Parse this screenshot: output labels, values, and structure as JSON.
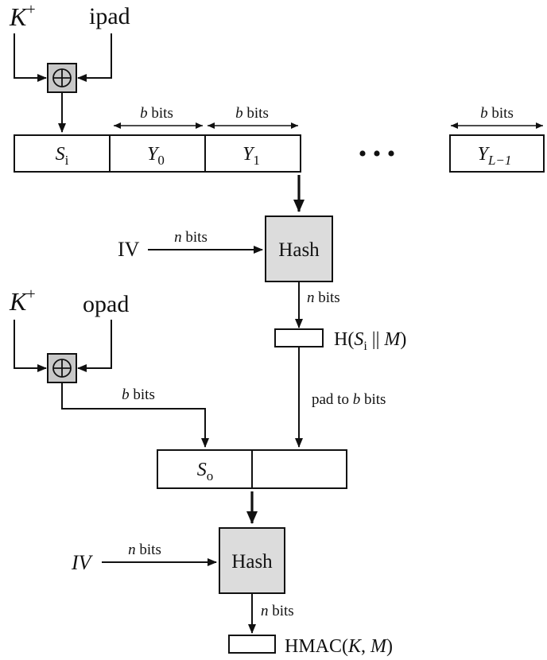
{
  "inputs": {
    "key_label": "K",
    "key_superscript": "+",
    "ipad": "ipad",
    "opad": "opad",
    "iv_top": "IV",
    "iv_bottom": "IV"
  },
  "blocks": {
    "si": {
      "base": "S",
      "sub": "i"
    },
    "y0": {
      "base": "Y",
      "sub": "0"
    },
    "y1": {
      "base": "Y",
      "sub": "1"
    },
    "ylm1": {
      "base": "Y",
      "sub": "L−1"
    },
    "ellipsis": "•  •  •",
    "so": {
      "base": "S",
      "sub": "o"
    }
  },
  "labels": {
    "b_bits": "b bits",
    "n_bits": "n bits",
    "hash": "Hash",
    "pad_to": "pad to b bits",
    "h_out_prefix": "H(",
    "h_out_si": "S",
    "h_out_si_sub": "i",
    "h_out_concat": " || ",
    "h_out_m": "M",
    "h_out_suffix": ")",
    "hmac_prefix": "HMAC(",
    "hmac_k": "K",
    "hmac_sep": ", ",
    "hmac_m": "M",
    "hmac_suffix": ")"
  },
  "colors": {
    "hash_fill": "#dcdcdc",
    "xor_fill": "#c8c8c8",
    "line": "#111111"
  }
}
